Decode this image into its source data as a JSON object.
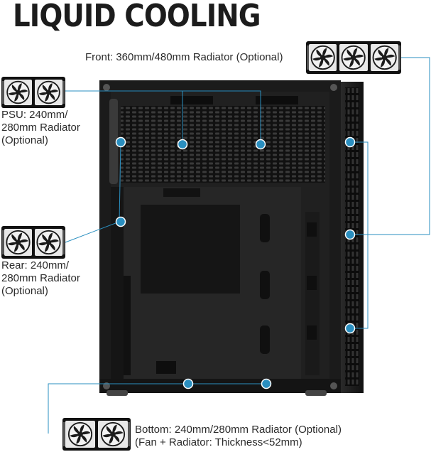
{
  "title": "LIQUID COOLING",
  "labels": {
    "front": "Front: 360mm/480mm Radiator (Optional)",
    "psu": [
      "PSU: 240mm/",
      "280mm Radiator",
      "(Optional)"
    ],
    "rear": [
      "Rear: 240mm/",
      "280mm Radiator",
      "(Optional)"
    ],
    "bottom": [
      "Bottom: 240mm/280mm Radiator (Optional)",
      "(Fan + Radiator: Thickness<52mm)"
    ]
  },
  "colors": {
    "accent": "#2a8fc0",
    "case": "#1a1a1a",
    "text": "#2b2b2b"
  },
  "icons": [
    "fan-icon",
    "radiator-icon"
  ]
}
